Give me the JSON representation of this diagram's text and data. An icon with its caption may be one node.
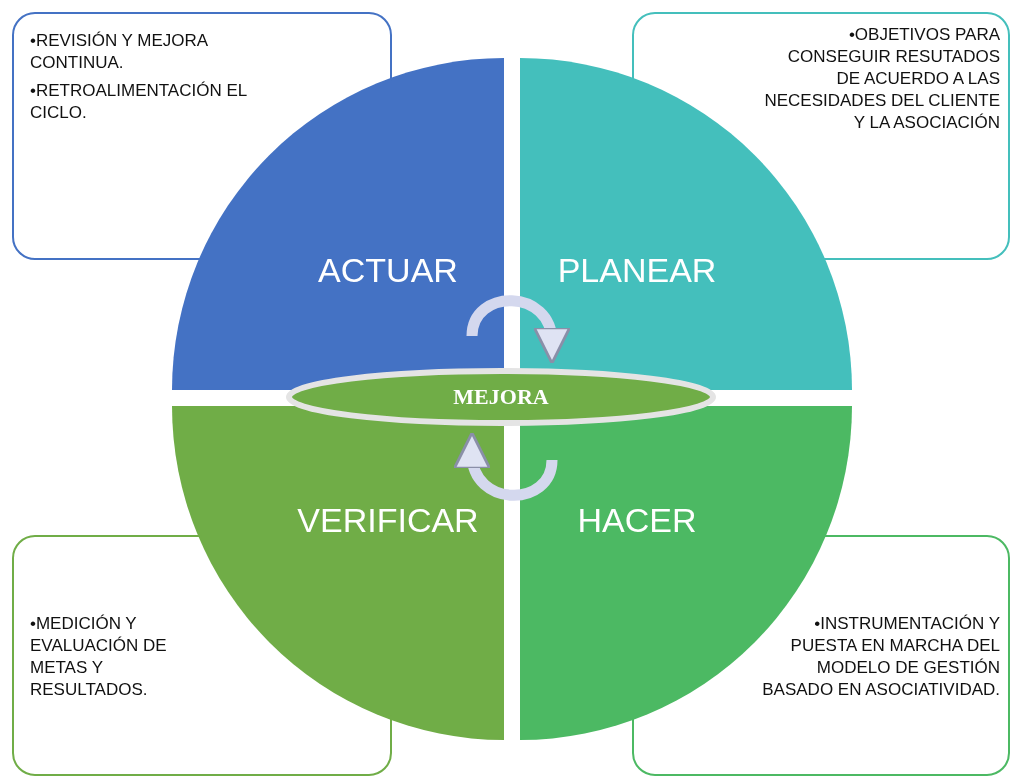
{
  "diagram": {
    "nodes": [
      {
        "text": [
          "•REVISIÓN Y MEJORA CONTINUA.",
          "•RETROALIMENTACIÓN EL CICLO."
        ]
      },
      {
        "text": [
          "•OBJETIVOS PARA CONSEGUIR RESUTADOS DE ACUERDO A LAS NECESIDADES DEL CLIENTE Y LA ASOCIACIÓN"
        ]
      },
      {
        "text": [
          "ACTUAR"
        ]
      },
      {
        "text": [
          "PLANEAR"
        ]
      },
      {
        "text": [
          "MEJORA"
        ]
      },
      {
        "text": [
          "VERIFICAR"
        ]
      },
      {
        "text": [
          "HACER"
        ]
      },
      {
        "text": [
          "•MEDICIÓN Y EVALUACIÓN DE METAS Y RESULTADOS."
        ]
      },
      {
        "text": [
          "•INSTRUMENTACIÓN Y PUESTA EN MARCHA DEL MODELO DE GESTIÓN BASADO EN ASOCIATIVIDAD."
        ]
      }
    ],
    "edges": [
      {
        "from": 2,
        "to": 3,
        "arrow": "to"
      },
      {
        "from": 6,
        "to": 5,
        "arrow": "to"
      }
    ]
  }
}
